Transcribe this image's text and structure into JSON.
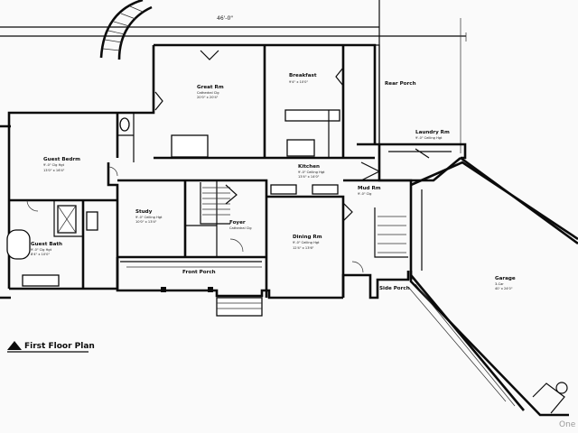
{
  "plan_title": "First Floor Plan",
  "overall_dimension": "46'-0\"",
  "watermark": "One",
  "rooms": {
    "great_room": {
      "name": "Great Rm",
      "ceiling": "Cathedral Clg",
      "size": "20'0\" x 20'4\""
    },
    "breakfast": {
      "name": "Breakfast",
      "size": "9'4\" x 10'0\""
    },
    "rear_porch": {
      "name": "Rear Porch"
    },
    "laundry": {
      "name": "Laundry Rm",
      "ceiling": "9'-0\" Ceiling Hgt"
    },
    "guest_bedroom": {
      "name": "Guest Bedrm",
      "ceiling": "9'-0\" Clg Hgt",
      "size": "13'0\" x 16'4\""
    },
    "kitchen": {
      "name": "Kitchen",
      "ceiling": "9'-0\" Ceiling Hgt",
      "size": "13'4\" x 14'0\""
    },
    "mud_room": {
      "name": "Mud Rm",
      "ceiling": "9'-0\" Clg"
    },
    "study": {
      "name": "Study",
      "ceiling": "9'-0\" Ceiling Hgt",
      "size": "10'0\" x 13'4\""
    },
    "foyer": {
      "name": "Foyer",
      "ceiling": "Cathedral Clg"
    },
    "dining": {
      "name": "Dining Rm",
      "ceiling": "9'-0\" Ceiling Hgt",
      "size": "12'4\" x 13'6\""
    },
    "guest_bath": {
      "name": "Guest Bath",
      "ceiling": "9'-0\" Clg Hgt",
      "size": "8'4\" x 10'0\""
    },
    "front_porch": {
      "name": "Front Porch"
    },
    "side_porch": {
      "name": "Side Porch"
    },
    "garage": {
      "name": "Garage",
      "ceiling": "3-Car",
      "size": "40' x 24'0\""
    }
  }
}
